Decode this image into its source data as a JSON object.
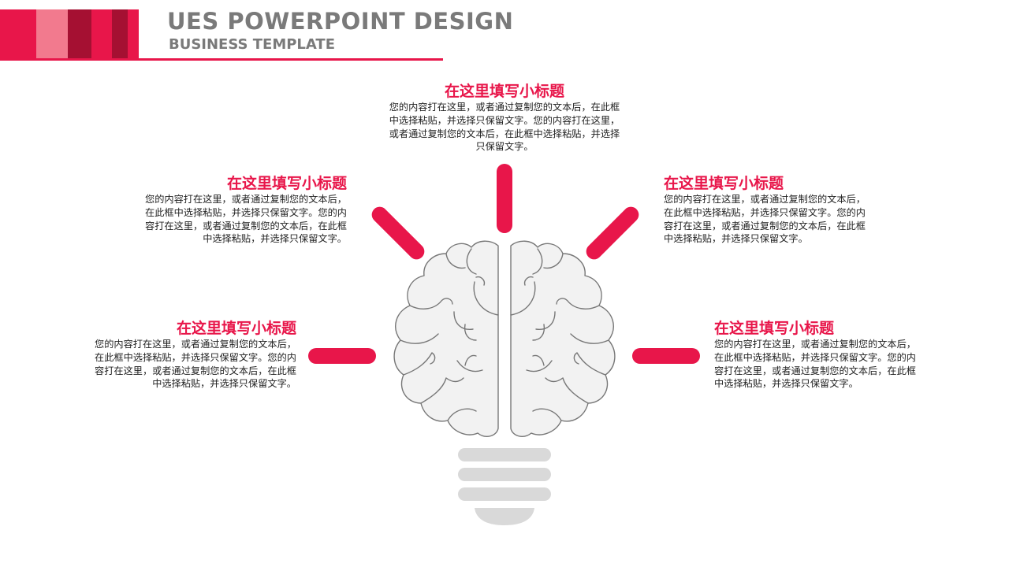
{
  "header": {
    "title": "UES POWERPOINT DESIGN",
    "subtitle": "BUSINESS TEMPLATE"
  },
  "colors": {
    "accent": "#e8164a",
    "accent_light": "#f27a8e",
    "accent_dark": "#a51032",
    "brain_fill": "#f2f2f2",
    "brain_stroke": "#777777",
    "bulb_base": "#d9d9d9"
  },
  "blocks": {
    "top": {
      "heading": "在这里填写小标题",
      "body": "您的内容打在这里，或者通过复制您的文本后，在此框中选择粘贴，并选择只保留文字。您的内容打在这里，或者通过复制您的文本后，在此框中选择粘贴，并选择只保留文字。"
    },
    "upper_left": {
      "heading": "在这里填写小标题",
      "body": "您的内容打在这里，或者通过复制您的文本后，在此框中选择粘贴，并选择只保留文字。您的内容打在这里，或者通过复制您的文本后，在此框中选择粘贴，并选择只保留文字。"
    },
    "upper_right": {
      "heading": "在这里填写小标题",
      "body": "您的内容打在这里，或者通过复制您的文本后，在此框中选择粘贴，并选择只保留文字。您的内容打在这里，或者通过复制您的文本后，在此框中选择粘贴，并选择只保留文字。"
    },
    "lower_left": {
      "heading": "在这里填写小标题",
      "body": "您的内容打在这里，或者通过复制您的文本后，在此框中选择粘贴，并选择只保留文字。您的内容打在这里，或者通过复制您的文本后，在此框中选择粘贴，并选择只保留文字。"
    },
    "lower_right": {
      "heading": "在这里填写小标题",
      "body": "您的内容打在这里，或者通过复制您的文本后，在此框中选择粘贴，并选择只保留文字。您的内容打在这里，或者通过复制您的文本后，在此框中选择粘贴，并选择只保留文字。"
    }
  }
}
